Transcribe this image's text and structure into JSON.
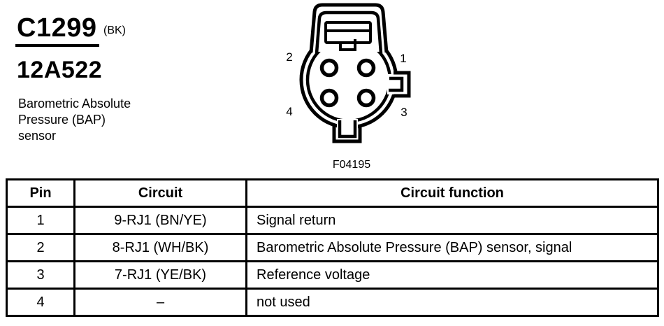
{
  "page": {
    "background_color": "#ffffff",
    "ink_color": "#000000"
  },
  "header": {
    "connector_id": "C1299",
    "color_code": "(BK)",
    "part_number": "12A522",
    "description_lines": [
      "Barometric Absolute",
      "Pressure (BAP)",
      "sensor"
    ]
  },
  "connector_diagram": {
    "figure_label": "F04195",
    "pin_labels": {
      "top_left": "2",
      "top_right": "1",
      "bottom_left": "4",
      "bottom_right": "3"
    }
  },
  "table": {
    "headers": [
      "Pin",
      "Circuit",
      "Circuit function"
    ],
    "rows": [
      {
        "pin": "1",
        "circuit": "9-RJ1 (BN/YE)",
        "function": "Signal return"
      },
      {
        "pin": "2",
        "circuit": "8-RJ1 (WH/BK)",
        "function": "Barometric Absolute Pressure (BAP) sensor, signal"
      },
      {
        "pin": "3",
        "circuit": "7-RJ1 (YE/BK)",
        "function": "Reference voltage"
      },
      {
        "pin": "4",
        "circuit": "–",
        "function": "not used"
      }
    ]
  }
}
